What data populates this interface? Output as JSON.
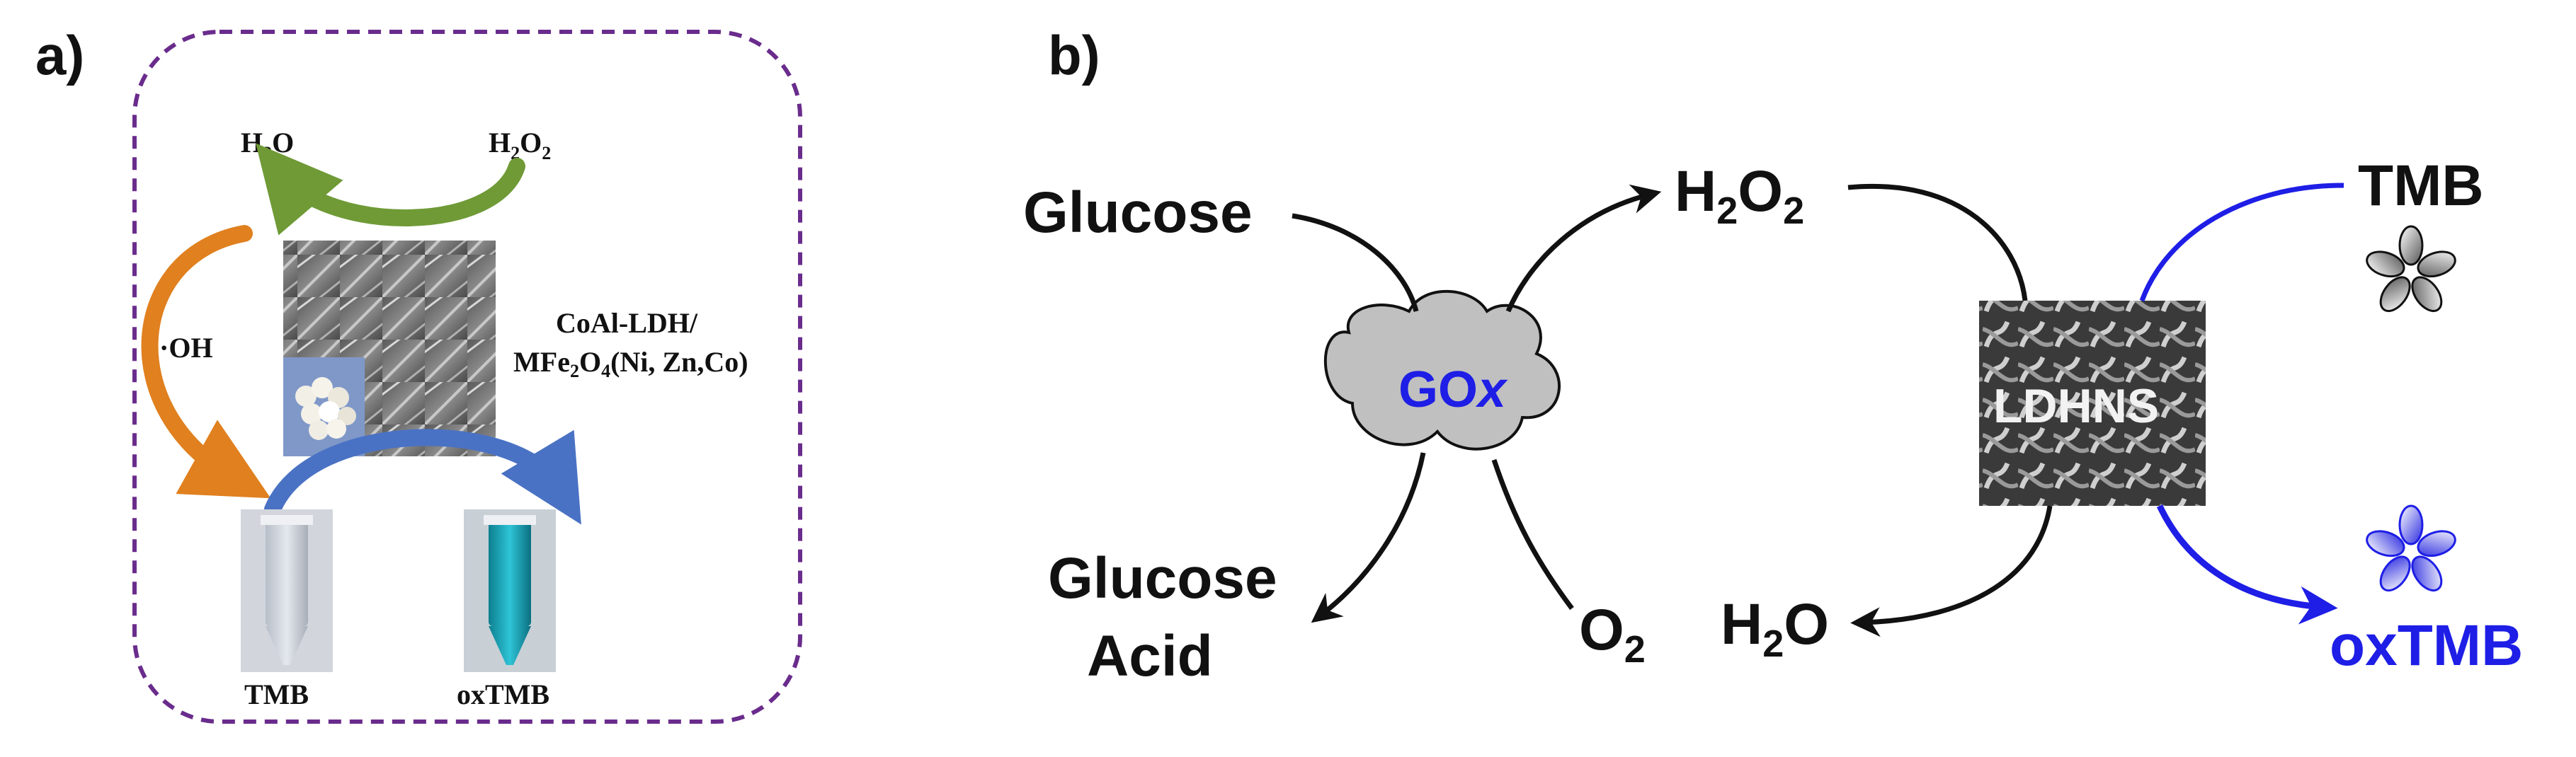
{
  "panel_a": {
    "label": "a)",
    "water": {
      "base": "H",
      "sub": "2",
      "tail": "O"
    },
    "peroxide": {
      "base": "H",
      "sub1": "2",
      "mid": "O",
      "sub2": "2"
    },
    "radical": "·OH",
    "material_line1": "CoAl-LDH/",
    "material_line2": {
      "pre": "MFe",
      "sub1": "2",
      "mid": "O",
      "sub2": "4",
      "post": "(Ni, Zn,Co)"
    },
    "tube_left": "TMB",
    "tube_right": "oxTMB",
    "colors": {
      "border": "#6a2c8c",
      "green_arrow": "#6f9a36",
      "orange_arrow": "#e0801f",
      "blue_arrow": "#4a72c4",
      "tube_blue": "#1aa5b8"
    }
  },
  "panel_b": {
    "label": "b)",
    "glucose": "Glucose",
    "gox_label": {
      "base": "GO",
      "italic": "x"
    },
    "peroxide": {
      "base": "H",
      "sub1": "2",
      "mid": "O",
      "sub2": "2"
    },
    "gluconic_line1": "Glucose",
    "gluconic_line2": "Acid",
    "oxygen": {
      "base": "O",
      "sub": "2"
    },
    "water": {
      "base": "H",
      "sub": "2",
      "tail": "O"
    },
    "nanosheet_label": "LDHNS",
    "tmb": "TMB",
    "oxtmb": "oxTMB",
    "colors": {
      "text": "#111111",
      "blue": "#1e1ee6",
      "cloud_fill": "#c0c0c0"
    }
  }
}
